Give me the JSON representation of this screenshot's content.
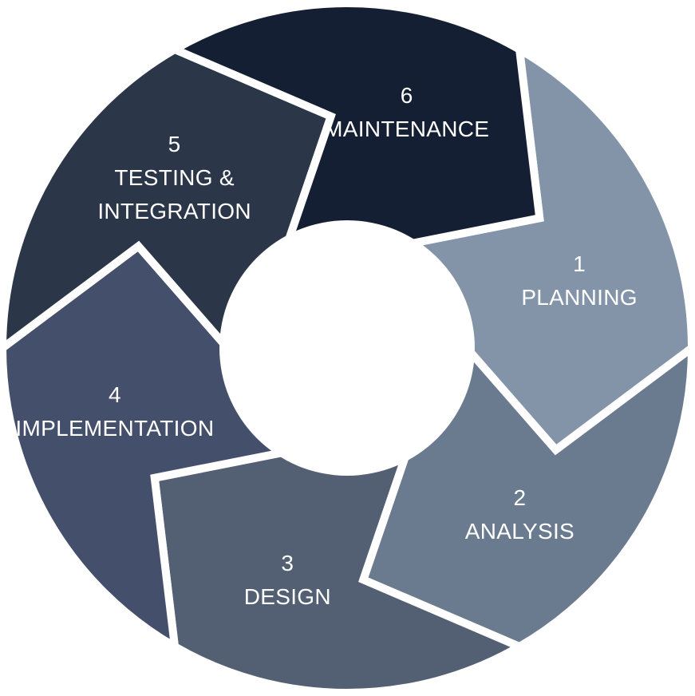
{
  "stages": [
    {
      "number": "1",
      "lines": [
        "PLANNING"
      ],
      "color": "#8394a8"
    },
    {
      "number": "2",
      "lines": [
        "ANALYSIS"
      ],
      "color": "#6b7b8f"
    },
    {
      "number": "3",
      "lines": [
        "DESIGN"
      ],
      "color": "#536073"
    },
    {
      "number": "4",
      "lines": [
        "IMPLEMENTATION"
      ],
      "color": "#444f6b"
    },
    {
      "number": "5",
      "lines": [
        "TESTING &",
        "INTEGRATION"
      ],
      "color": "#2b3649"
    },
    {
      "number": "6",
      "lines": [
        "MAINTENANCE"
      ],
      "color": "#141f33"
    }
  ],
  "center_color": "#ffffff"
}
